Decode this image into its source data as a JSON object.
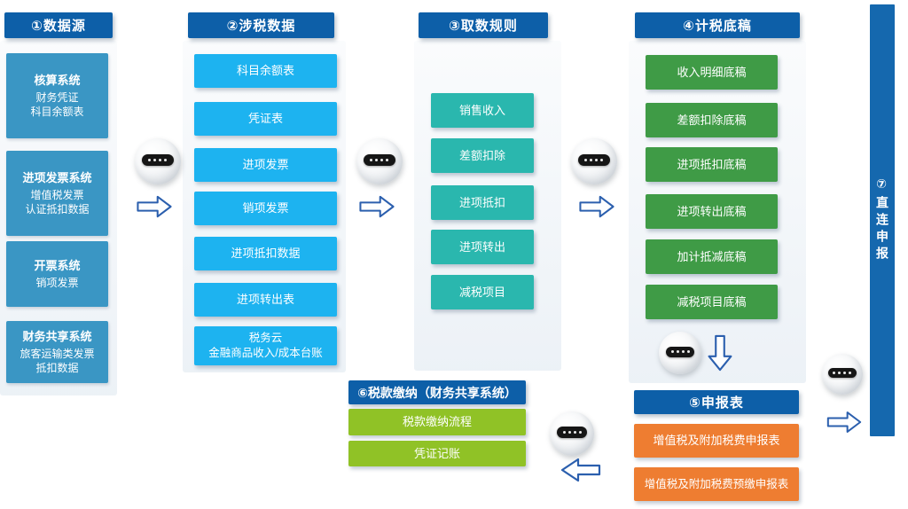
{
  "palette": {
    "header-blue": "#0d5fa8",
    "source-box-blue": "#3a96c4",
    "tax-data-cyan": "#1db3f0",
    "rules-teal": "#2ab7ae",
    "paper-green": "#3f9b46",
    "return-orange": "#ee7d31",
    "payment-green": "#90c226",
    "direct-bar-blue": "#1568ae",
    "arrow-blue": "#2b5fae"
  },
  "c1": {
    "title": "①数据源",
    "boxes": [
      {
        "title": "核算系统",
        "sub": "财务凭证\n科目余额表"
      },
      {
        "title": "进项发票系统",
        "sub": "增值税发票\n认证抵扣数据"
      },
      {
        "title": "开票系统",
        "sub": "销项发票"
      },
      {
        "title": "财务共享系统",
        "sub": "旅客运输类发票\n抵扣数据"
      }
    ]
  },
  "c2": {
    "title": "②涉税数据",
    "items": [
      "科目余额表",
      "凭证表",
      "进项发票",
      "销项发票",
      "进项抵扣数据",
      "进项转出表",
      "税务云\n金融商品收入/成本台账"
    ]
  },
  "c3": {
    "title": "③取数规则",
    "items": [
      "销售收入",
      "差额扣除",
      "进项抵扣",
      "进项转出",
      "减税项目"
    ]
  },
  "c4": {
    "title": "④计税底稿",
    "items": [
      "收入明细底稿",
      "差额扣除底稿",
      "进项抵扣底稿",
      "进项转出底稿",
      "加计抵减底稿",
      "减税项目底稿"
    ]
  },
  "c5": {
    "title": "⑤申报表",
    "items": [
      "增值税及附加税费申报表",
      "增值税及附加税费预缴申报表"
    ]
  },
  "c6": {
    "title": "⑥税款缴纳（财务共享系统）",
    "items": [
      "税款缴纳流程",
      "凭证记账"
    ]
  },
  "c7": {
    "title": "⑦直连申报"
  }
}
